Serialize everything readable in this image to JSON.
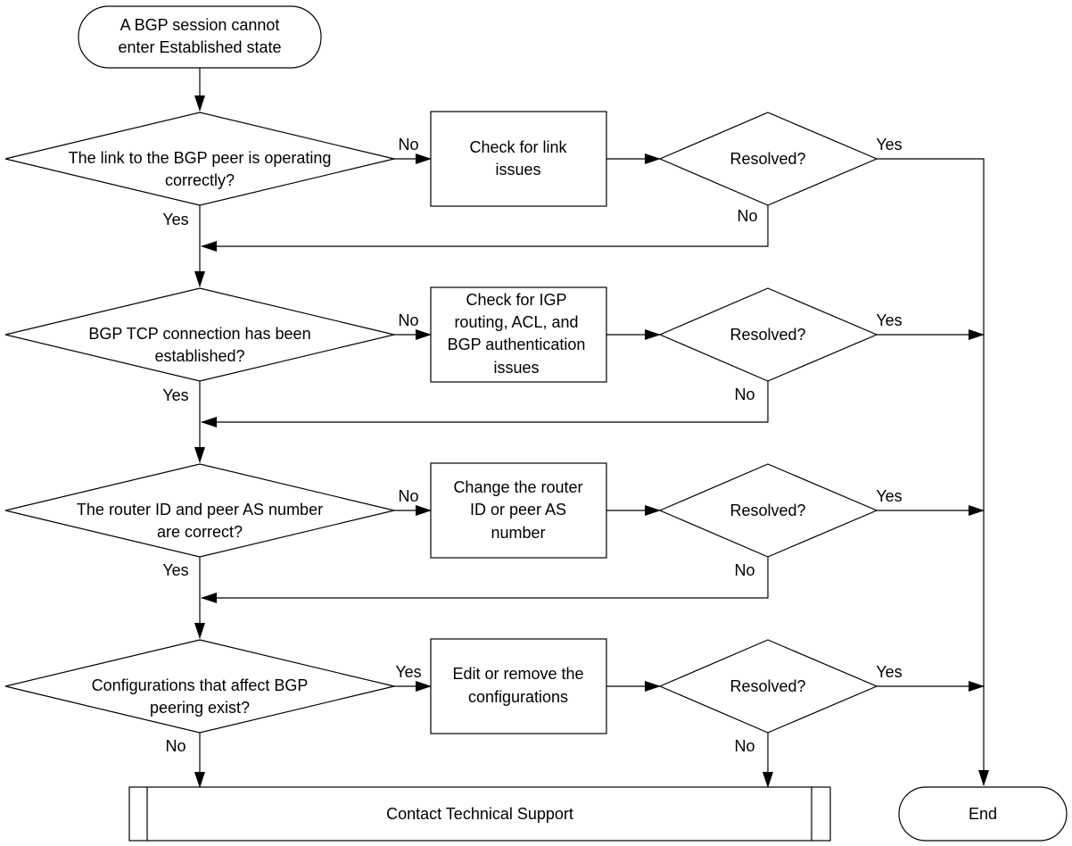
{
  "start": {
    "line1": "A BGP session cannot",
    "line2": "enter Established state"
  },
  "rows": [
    {
      "decision": {
        "line1": "The link to the BGP peer is operating",
        "line2": "correctly?"
      },
      "branch_label": "No",
      "down_label": "Yes",
      "action": {
        "line1": "Check for link",
        "line2": "issues"
      },
      "resolved": {
        "label": "Resolved?",
        "yes": "Yes",
        "no": "No"
      }
    },
    {
      "decision": {
        "line1": "BGP TCP connection has been",
        "line2": "established?"
      },
      "branch_label": "No",
      "down_label": "Yes",
      "action": {
        "line1": "Check for IGP",
        "line2": "routing, ACL, and",
        "line3": "BGP authentication",
        "line4": "issues"
      },
      "resolved": {
        "label": "Resolved?",
        "yes": "Yes",
        "no": "No"
      }
    },
    {
      "decision": {
        "line1": "The router ID and peer AS number",
        "line2": "are correct?"
      },
      "branch_label": "No",
      "down_label": "Yes",
      "action": {
        "line1": "Change the router",
        "line2": "ID or peer AS",
        "line3": "number"
      },
      "resolved": {
        "label": "Resolved?",
        "yes": "Yes",
        "no": "No"
      }
    },
    {
      "decision": {
        "line1": "Configurations that affect BGP",
        "line2": "peering exist?"
      },
      "branch_label": "Yes",
      "down_label": "No",
      "action": {
        "line1": "Edit or remove the",
        "line2": "configurations"
      },
      "resolved": {
        "label": "Resolved?",
        "yes": "Yes",
        "no": "No"
      }
    }
  ],
  "support": {
    "label": "Contact Technical Support"
  },
  "end": {
    "label": "End"
  }
}
